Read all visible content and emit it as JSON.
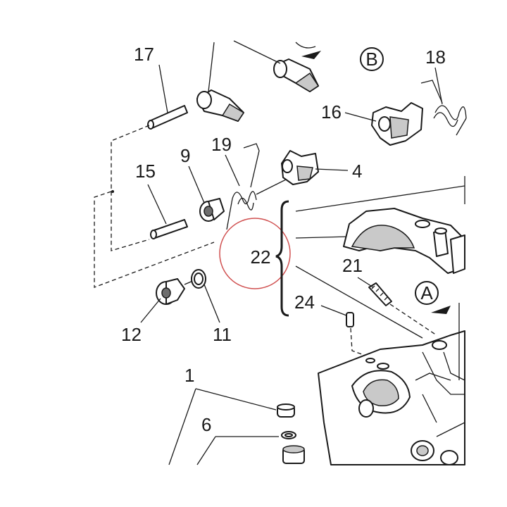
{
  "labels": {
    "l17": "17",
    "l18": "18",
    "l16": "16",
    "l19": "19",
    "l9": "9",
    "l15": "15",
    "l4": "4",
    "l22": "22",
    "l21": "21",
    "l24": "24",
    "l12": "12",
    "l11": "11",
    "l1": "1",
    "l6": "6",
    "viewB": "B",
    "viewA": "A"
  },
  "colors": {
    "highlight_circle": "#d05050",
    "ink": "#1a1a1a"
  }
}
